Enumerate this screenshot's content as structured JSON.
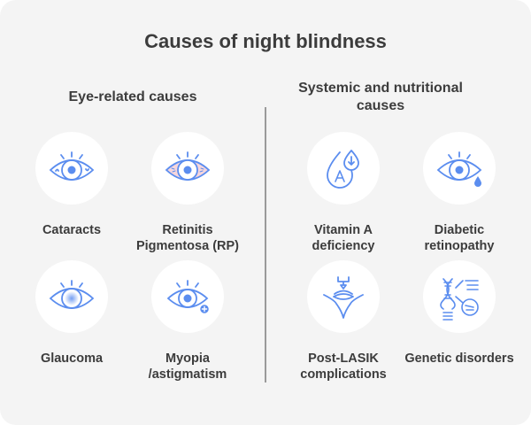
{
  "title": "Causes of night blindness",
  "columns": [
    {
      "heading": "Eye-related causes",
      "items": [
        {
          "label": "Cataracts",
          "icon": "eye-cataract-icon"
        },
        {
          "label": "Retinitis Pigmentosa (RP)",
          "icon": "eye-inflamed-icon"
        },
        {
          "label": "Glaucoma",
          "icon": "eye-glaucoma-icon"
        },
        {
          "label": "Myopia /astigmatism",
          "icon": "eye-plus-icon"
        }
      ]
    },
    {
      "heading": "Systemic and nutritional causes",
      "items": [
        {
          "label": "Vitamin A deficiency",
          "icon": "vitamin-a-drop-icon"
        },
        {
          "label": "Diabetic retinopathy",
          "icon": "eye-tear-icon"
        },
        {
          "label": "Post-LASIK complications",
          "icon": "laser-eye-icon"
        },
        {
          "label": "Genetic disorders",
          "icon": "dna-icon"
        }
      ]
    }
  ],
  "colors": {
    "background": "#f4f4f4",
    "icon_stroke": "#5b8def",
    "icon_fill": "#5b8def",
    "inflamed_fill": "#f6d6dc",
    "text": "#3c3c3c",
    "divider": "#9a9a9a"
  }
}
